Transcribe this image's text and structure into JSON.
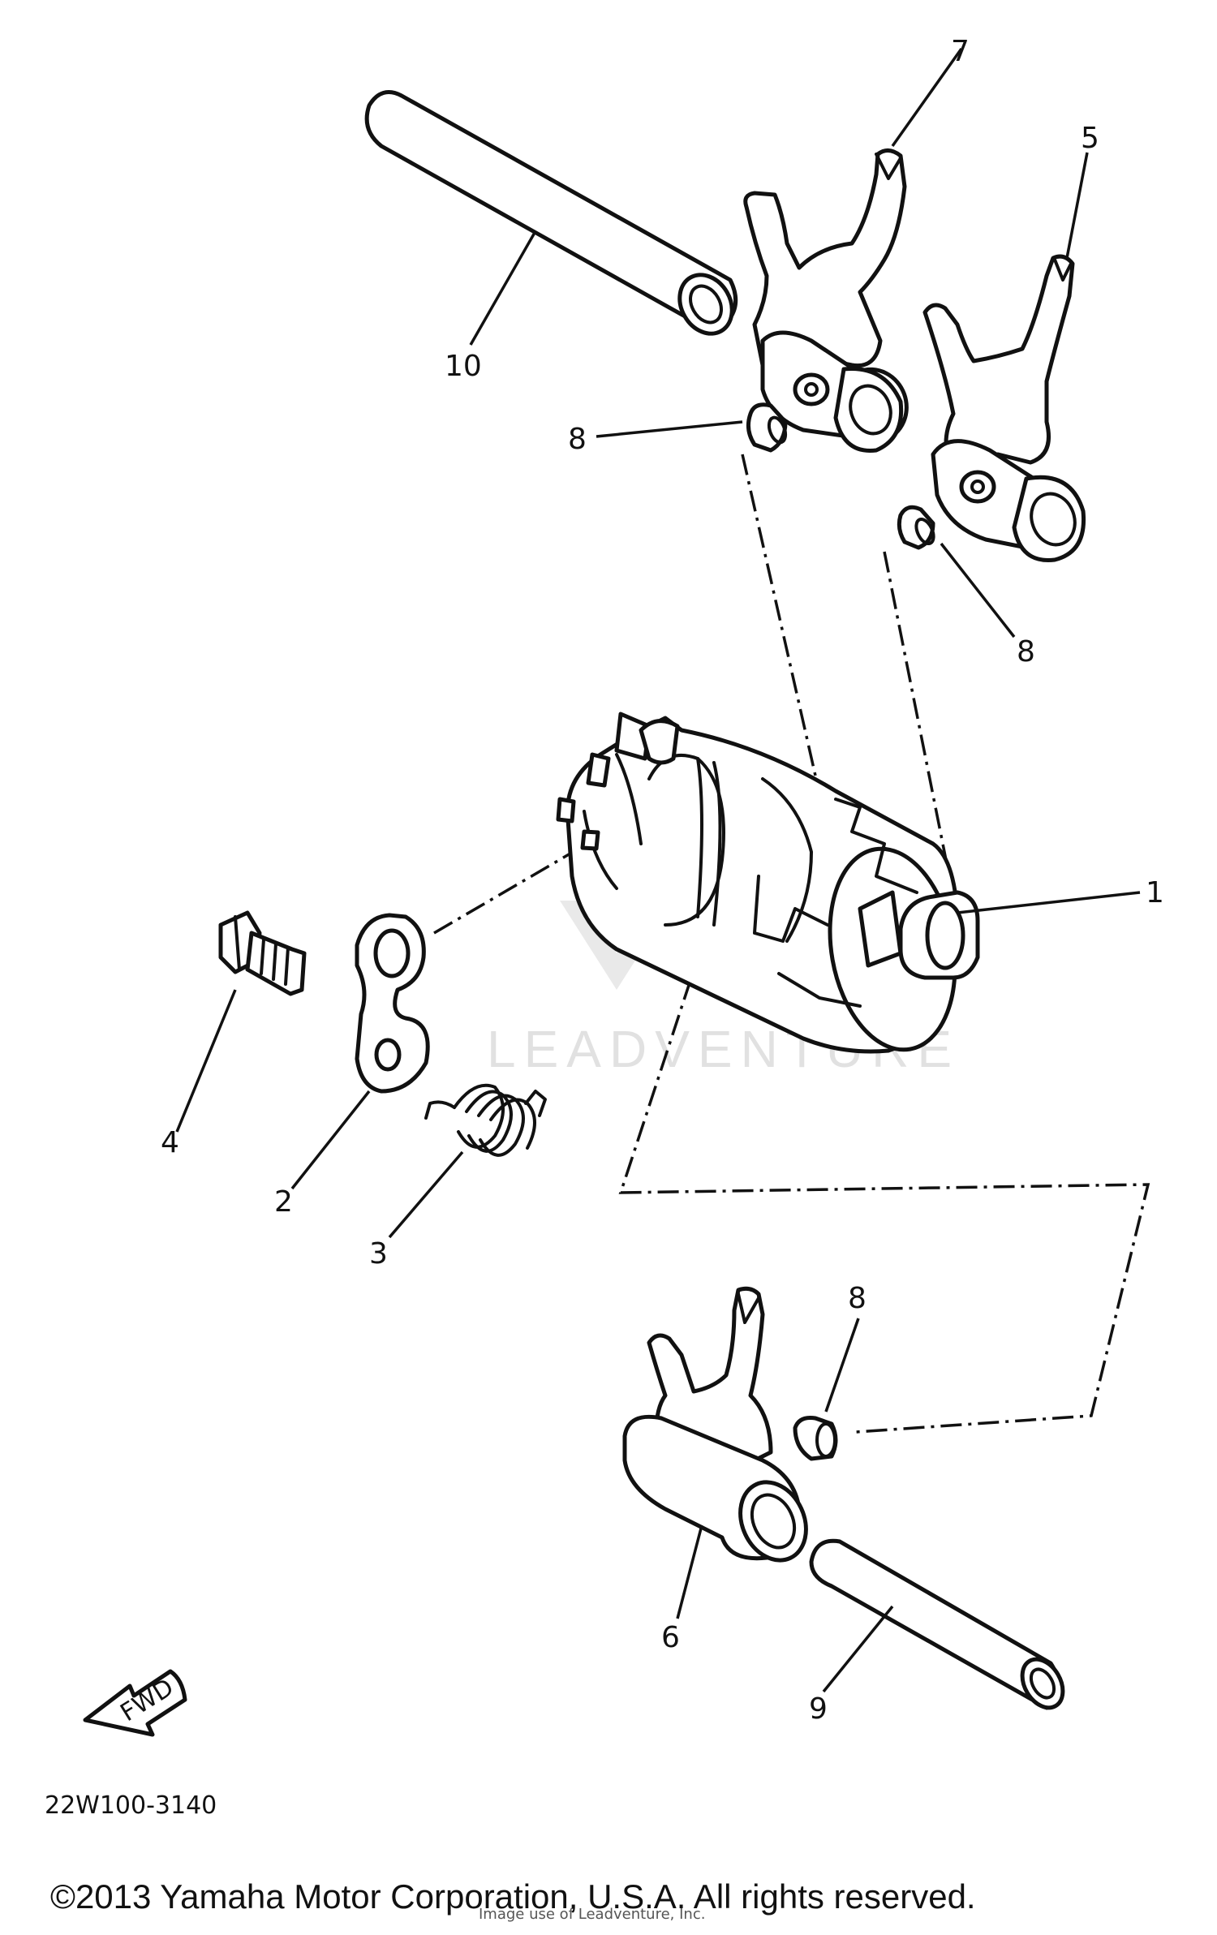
{
  "diagram": {
    "callouts": {
      "c1": "1",
      "c2": "2",
      "c3": "3",
      "c4": "4",
      "c5": "5",
      "c6": "6",
      "c7": "7",
      "c8a": "8",
      "c8b": "8",
      "c8c": "8",
      "c9": "9",
      "c10": "10"
    },
    "fwd_label": "FWD",
    "drawing_code": "22W100-3140",
    "copyright": "©2013 Yamaha Motor Corporation, U.S.A. All rights reserved.",
    "watermark": "LEADVENTURE",
    "credit": "Image use of Leadventure, Inc."
  }
}
